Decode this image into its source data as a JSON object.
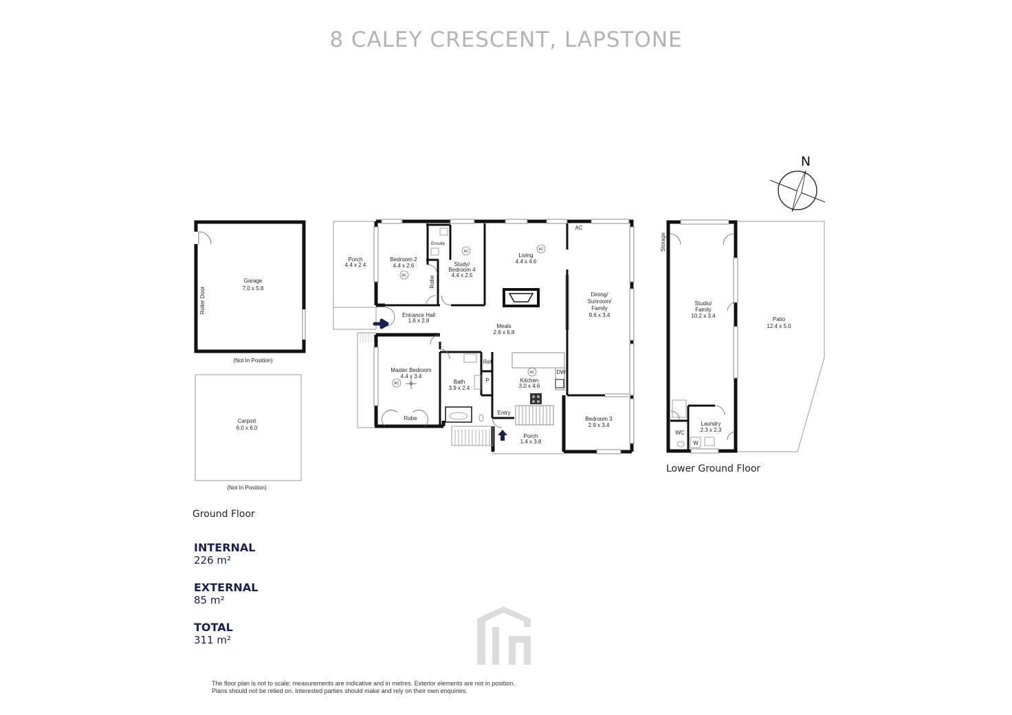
{
  "title": "8 CALEY CRESCENT, LAPSTONE",
  "floors": {
    "ground": "Ground Floor",
    "lower": "Lower Ground Floor"
  },
  "rooms": {
    "garage": {
      "name": "Garage",
      "size": "7.0 x 5.8"
    },
    "carport": {
      "name": "Carport",
      "size": "6.0 x 6.0"
    },
    "porch_west": {
      "name": "Porch",
      "size": "4.4 x 2.4"
    },
    "bedroom2": {
      "name": "Bedroom 2",
      "size": "4.4 x 2.6"
    },
    "study": {
      "name1": "Study/",
      "name2": "Bedroom 4",
      "size": "4.4 x 2.5"
    },
    "living": {
      "name": "Living",
      "size": "4.4 x 4.6"
    },
    "dining": {
      "name1": "Dining/",
      "name2": "Sunroom/",
      "name3": "Family",
      "size": "9.6 x 3.4"
    },
    "entrance_hall": {
      "name": "Entrance Hall",
      "size": "1.6 x 2.8"
    },
    "meals": {
      "name": "Meals",
      "size": "2.6 x 6.8"
    },
    "master": {
      "name": "Master Bedroom",
      "size": "4.4 x 3.4"
    },
    "bath": {
      "name": "Bath",
      "size": "3.9 x 2.4"
    },
    "kitchen": {
      "name": "Kitchen",
      "size": "3.0 x 4.6"
    },
    "bedroom3": {
      "name": "Bedroom 3",
      "size": "2.9 x 3.4"
    },
    "porch_south": {
      "name": "Porch",
      "size": "1.4 x 3.8"
    },
    "studio": {
      "name1": "Studio/",
      "name2": "Family",
      "size": "10.2 x 3.4"
    },
    "patio": {
      "name": "Patio",
      "size": "12.4 x 5.0"
    },
    "laundry": {
      "name": "Laundry",
      "size": "2.3 x 2.3"
    }
  },
  "small_labels": {
    "ensuite": "Ensuite",
    "robe": "Robe",
    "ref": "Ref",
    "p": "P",
    "dw": "DW",
    "entry": "Entry",
    "wc": "WC",
    "w": "W",
    "storage": "Storage",
    "roller_door": "Roller Door",
    "ac": "AC",
    "not_in_position": "(Not In Position)"
  },
  "compass": "N",
  "areas": [
    {
      "label": "INTERNAL",
      "value": "226 m²"
    },
    {
      "label": "EXTERNAL",
      "value": "85 m²"
    },
    {
      "label": "TOTAL",
      "value": "311 m²"
    }
  ],
  "disclaimer": [
    "The floor plan is not to scale; measurements are indicative and in metres. Exterior elements are not in position.",
    "Plans should not be relied on. Interested parties should make and rely on their own enquiries."
  ],
  "colors": {
    "wall": "#111111",
    "accent": "#1a1f4e",
    "title": "#b4b4b4",
    "logo": "#dcdcdc"
  }
}
